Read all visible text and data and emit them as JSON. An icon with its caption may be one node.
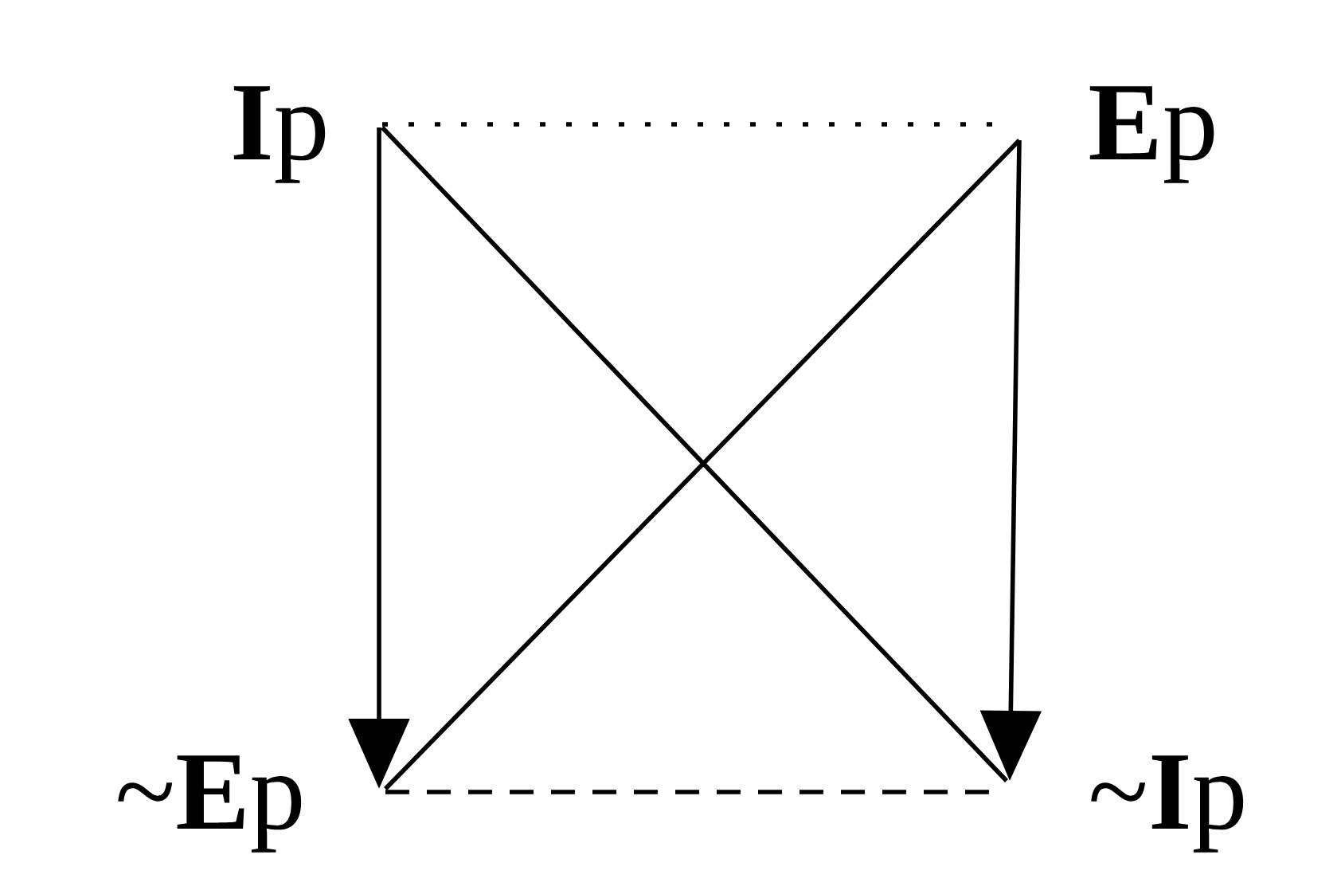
{
  "diagram": {
    "nodes": [
      {
        "text": [
          "**I**p"
        ]
      },
      {
        "text": [
          "**E**p"
        ]
      },
      {
        "text": [
          "~**E**p"
        ]
      },
      {
        "text": [
          "~**I**p"
        ]
      }
    ],
    "edges": [
      {
        "from": 0,
        "to": 1,
        "arrow": "none",
        "style": "dashed"
      },
      {
        "from": 0,
        "to": 2,
        "arrow": "to"
      },
      {
        "from": 0,
        "to": 3,
        "arrow": "none"
      },
      {
        "from": 1,
        "to": 2,
        "arrow": "none"
      },
      {
        "from": 1,
        "to": 3,
        "arrow": "to"
      },
      {
        "from": 2,
        "to": 3,
        "arrow": "none",
        "style": "dashed"
      }
    ]
  }
}
